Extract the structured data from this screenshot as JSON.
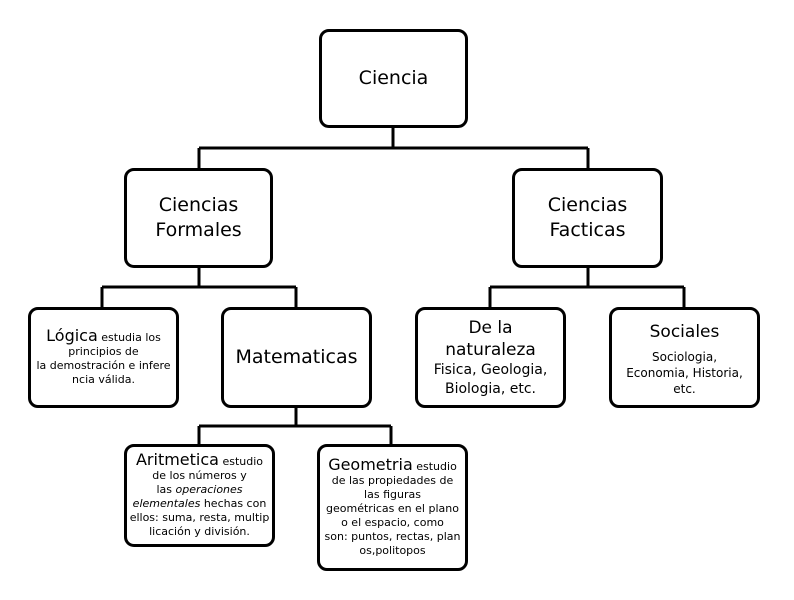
{
  "nodes": {
    "ciencia": "Ciencia",
    "formales": [
      "Ciencias",
      "Formales"
    ],
    "facticas": [
      "Ciencias",
      "Facticas"
    ],
    "logica": {
      "head": "Lógica",
      "desc": [
        "estudia los",
        "principios de",
        "la demostración e infere",
        "ncia válida."
      ]
    },
    "matematicas": "Matematicas",
    "naturaleza": {
      "head": [
        "De la",
        "naturaleza"
      ],
      "desc": [
        "Fisica, Geologia,",
        "Biologia,  etc."
      ]
    },
    "sociales": {
      "head": "Sociales",
      "desc": [
        "Sociologia,",
        "Economia, Historia,",
        "etc."
      ]
    },
    "aritmetica": {
      "head": "Aritmetica",
      "desc1": "estudio",
      "desc2": "de los números y",
      "desc3": "las",
      "em1": "operaciones",
      "em2": "elementales",
      "desc4": "hechas con",
      "desc5": "ellos: suma, resta, multip",
      "desc6": "licación y división."
    },
    "geometria": {
      "head": "Geometria",
      "desc": [
        "estudio",
        "de las propiedades de",
        "las figuras",
        "geométricas en el plano",
        "o el espacio, como",
        "son: puntos, rectas, plan",
        "os,politopos"
      ]
    }
  }
}
